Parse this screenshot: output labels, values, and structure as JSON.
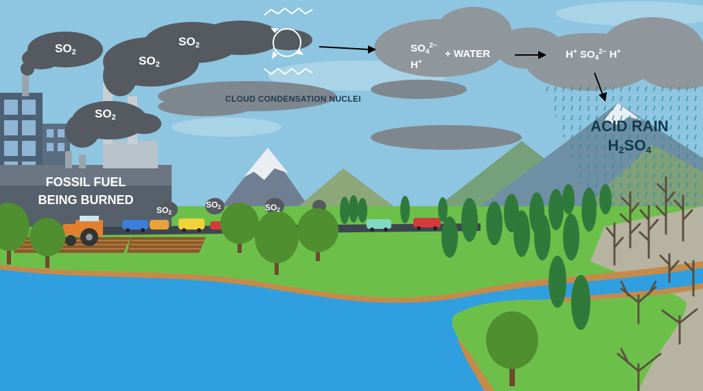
{
  "labels": {
    "so2_plume_1": {
      "main": "SO",
      "sub": "2"
    },
    "so2_plume_2": {
      "main": "SO",
      "sub": "2"
    },
    "so2_plume_3": {
      "main": "SO",
      "sub": "2"
    },
    "so2_plume_4": {
      "main": "SO",
      "sub": "2"
    },
    "so2_car_1": {
      "main": "SO",
      "sub": "2"
    },
    "so2_car_2": {
      "main": "SO",
      "sub": "2"
    },
    "so2_car_3": {
      "main": "SO",
      "sub": "2"
    },
    "fossil_line1": "FOSSIL FUEL",
    "fossil_line2": "BEING BURNED",
    "cloud_nuclei": "CLOUD CONDENSATION NUCLEI",
    "sulfate": {
      "main": "SO",
      "sub": "4",
      "sup": "2−"
    },
    "hydrogen": {
      "main": "H",
      "sup": "+"
    },
    "plus_water": "+ WATER",
    "ions": {
      "h1": "H",
      "h1_sup": "+",
      "so4": "SO",
      "so4_sub": "4",
      "so4_sup": "2−",
      "h2": "H",
      "h2_sup": "+"
    },
    "acid_rain": "ACID RAIN",
    "formula": {
      "h": "H",
      "h_sub": "2",
      "so": "SO",
      "so_sub": "4"
    }
  },
  "colors": {
    "sky": "#8ec5e0",
    "smoke": "#555a60",
    "cloud": "#9aa3a9",
    "grass": "#6cc04a",
    "water": "#2f9fe0",
    "text_dark": "#113a4d"
  }
}
